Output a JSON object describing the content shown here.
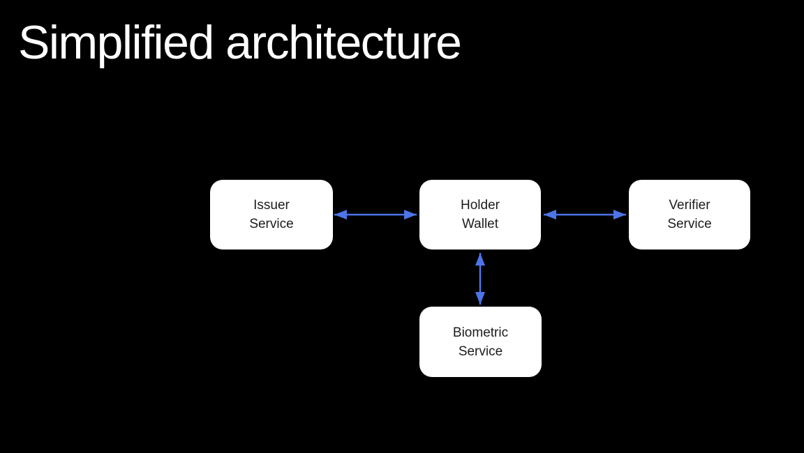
{
  "slide": {
    "title": "Simplified architecture"
  },
  "colors": {
    "background": "#000000",
    "title": "#ffffff",
    "node_fill": "#ffffff",
    "node_text": "#1c1c1e",
    "arrow": "#4d75e8"
  },
  "diagram": {
    "nodes": [
      {
        "id": "issuer-service",
        "lines": [
          "Issuer",
          "Service"
        ]
      },
      {
        "id": "holder-wallet",
        "lines": [
          "Holder",
          "Wallet"
        ]
      },
      {
        "id": "verifier-service",
        "lines": [
          "Verifier",
          "Service"
        ]
      },
      {
        "id": "biometric-service",
        "lines": [
          "Biometric",
          "Service"
        ]
      }
    ],
    "edges": [
      {
        "from": "issuer-service",
        "to": "holder-wallet",
        "direction": "bidirectional"
      },
      {
        "from": "holder-wallet",
        "to": "verifier-service",
        "direction": "bidirectional"
      },
      {
        "from": "holder-wallet",
        "to": "biometric-service",
        "direction": "bidirectional"
      }
    ]
  }
}
